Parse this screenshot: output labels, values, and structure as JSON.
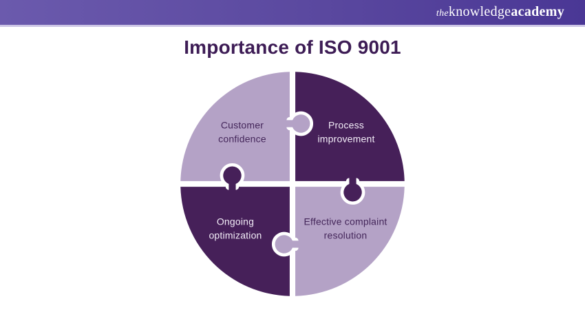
{
  "header": {
    "logo": {
      "the": "the",
      "knowledge": "knowledge",
      "academy": "academy"
    },
    "gradient_left": "#6b5aad",
    "gradient_right": "#4a3795",
    "underline_color": "#ccc5e5"
  },
  "title": "Importance of ISO 9001",
  "diagram": {
    "type": "circular-puzzle-4-pieces",
    "colors": {
      "light_piece": "#b4a2c6",
      "dark_piece": "#462059",
      "gap": "#ffffff",
      "dark_text": "#44265a",
      "light_text": "#f3edf8",
      "title_text": "#3d1c55"
    },
    "pieces": [
      {
        "id": "customer-confidence",
        "label": "Customer\nconfidence",
        "position": "top-left",
        "tone": "light"
      },
      {
        "id": "process-improvement",
        "label": "Process\nimprovement",
        "position": "top-right",
        "tone": "dark"
      },
      {
        "id": "effective-complaint-resolution",
        "label": "Effective complaint\nresolution",
        "position": "bottom-right",
        "tone": "light"
      },
      {
        "id": "ongoing-optimization",
        "label": "Ongoing\noptimization",
        "position": "bottom-left",
        "tone": "dark"
      }
    ]
  }
}
